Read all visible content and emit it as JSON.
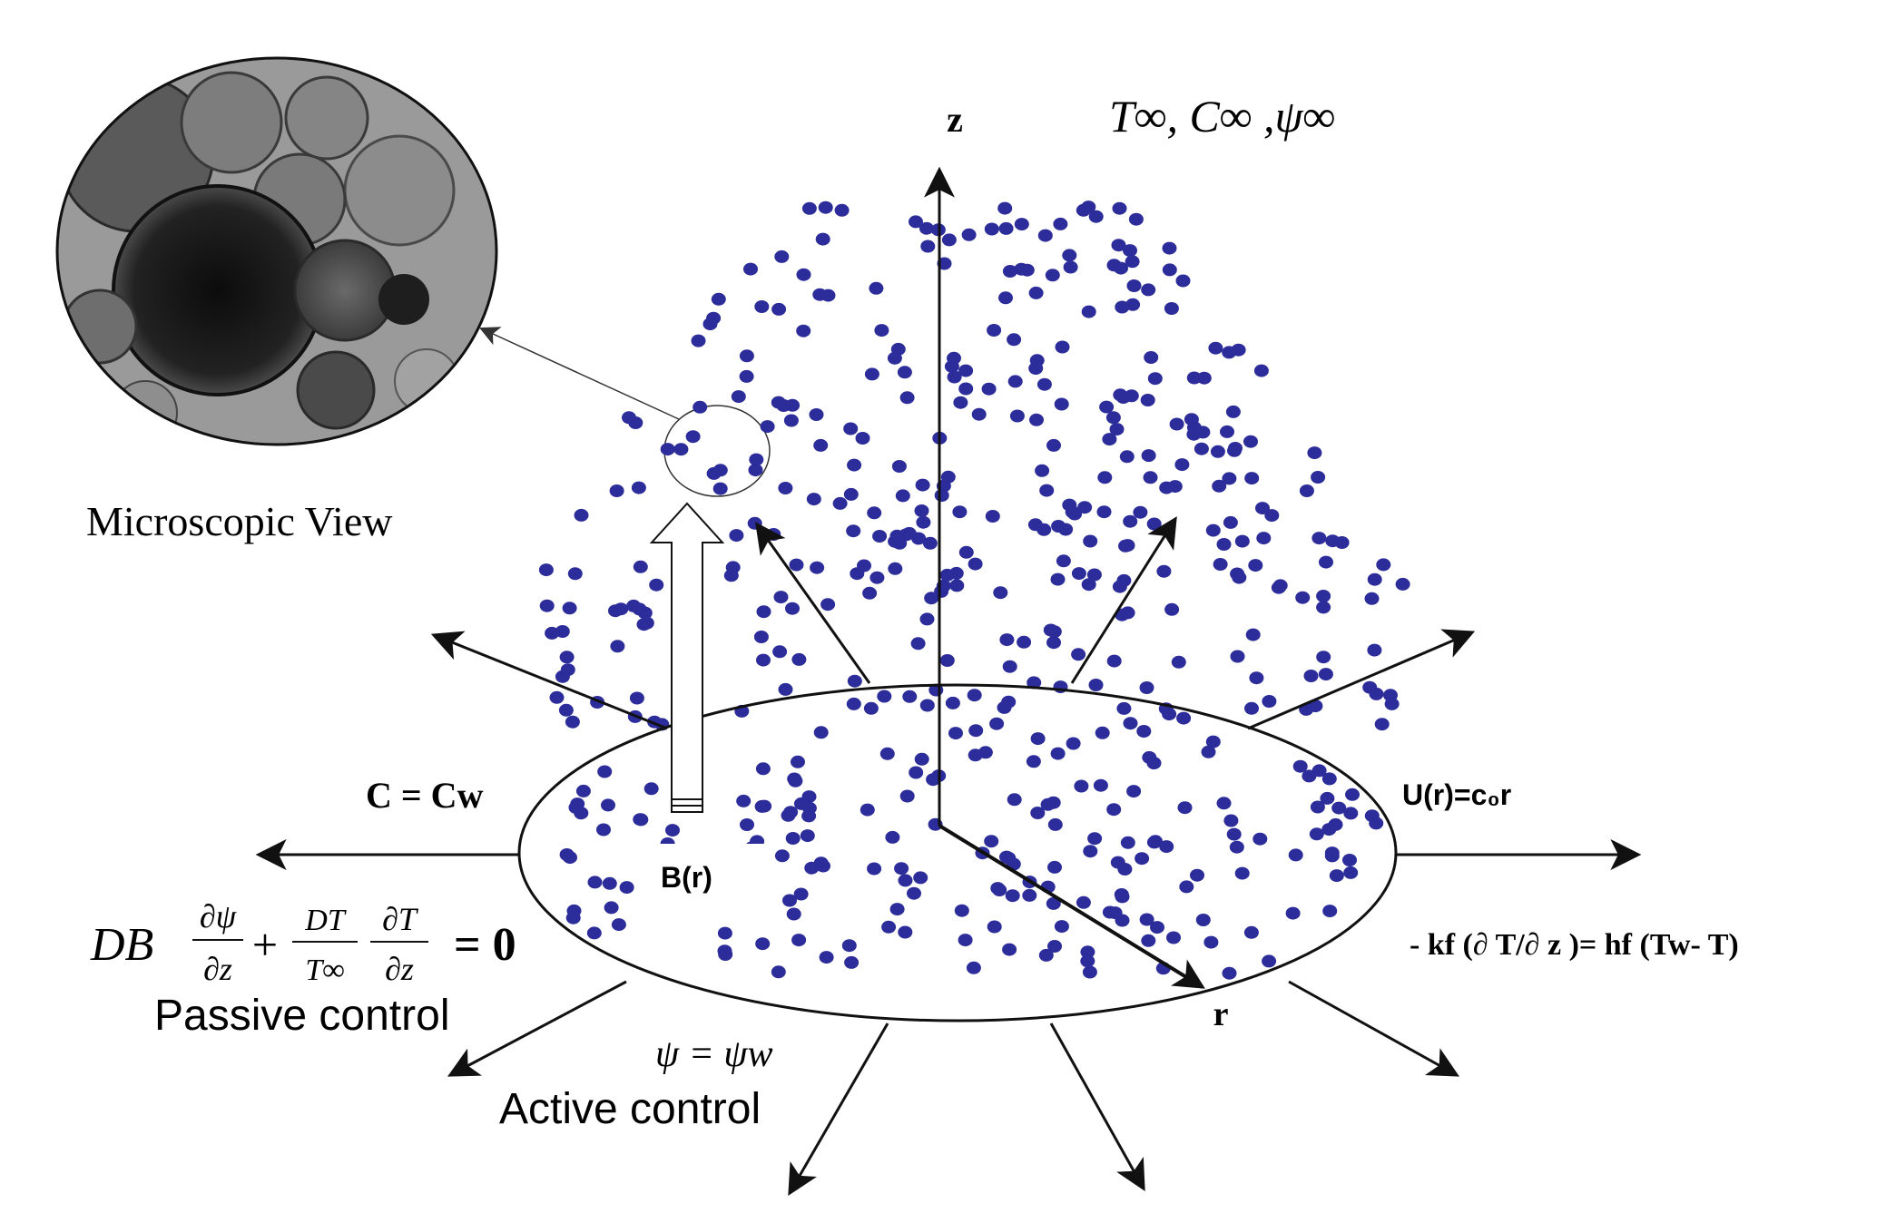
{
  "colors": {
    "particle": "#2c2c9a",
    "ink": "#111111",
    "micro_bg": "#8a8a8a"
  },
  "labels": {
    "z_axis": "z",
    "r_axis": "r",
    "far_field": "T∞, C∞  ,ψ∞",
    "microscopic_view": "Microscopic View",
    "concentration_bc": "C = Cw",
    "velocity": "U(r)=c₀r",
    "magnetic_field": "B(r)",
    "heat_bc": "- kf (∂ T/∂ z )= hf (Tw- T)",
    "passive_control": "Passive control",
    "active_control": "Active control",
    "active_eq": "ψ = ψw",
    "passive_eq": {
      "d_b": "DB",
      "num1": "∂ψ",
      "den1": "∂z",
      "plus": "+",
      "num2": "DT",
      "den2": "T∞",
      "num3": "∂T",
      "den3": "∂z",
      "rhs": "= 0"
    }
  },
  "icons": {
    "microscope_image": "nanoparticle-micrograph-icon"
  }
}
